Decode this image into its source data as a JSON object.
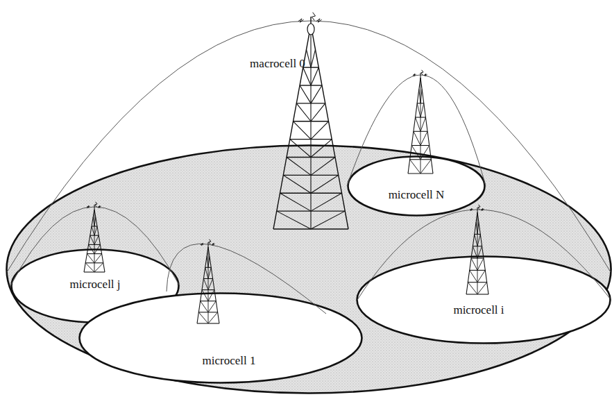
{
  "diagram": {
    "nodes": [
      {
        "text": [
          "macrocell 0"
        ]
      },
      {
        "text": [
          "microcell N"
        ],
        "in": 0
      },
      {
        "text": [
          "microcell j"
        ],
        "in": 0
      },
      {
        "text": [
          "microcell 1"
        ],
        "in": 0
      },
      {
        "text": [
          "microcell i"
        ],
        "in": 0
      }
    ]
  }
}
